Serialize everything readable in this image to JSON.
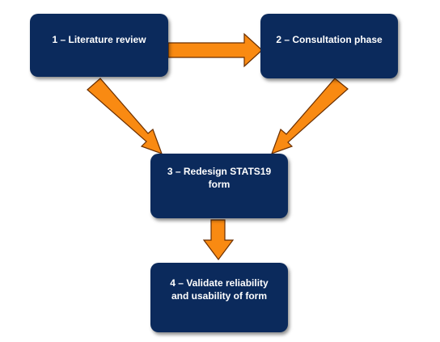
{
  "diagram": {
    "colors": {
      "box_fill": "#0b2a5c",
      "box_text": "#ffffff",
      "arrow_fill": "#f98a12",
      "arrow_outline": "#6b2f00"
    },
    "steps": [
      {
        "id": "1",
        "line1": "1 – Literature review",
        "line2": ""
      },
      {
        "id": "2",
        "line1": "2 – Consultation phase",
        "line2": ""
      },
      {
        "id": "3",
        "line1": "3 – Redesign STATS19",
        "line2": "form"
      },
      {
        "id": "4",
        "line1": "4 – Validate reliability",
        "line2": "and usability of form"
      }
    ],
    "connections": [
      {
        "from": "1",
        "to": "2"
      },
      {
        "from": "1",
        "to": "3"
      },
      {
        "from": "2",
        "to": "3"
      },
      {
        "from": "3",
        "to": "4"
      }
    ]
  }
}
